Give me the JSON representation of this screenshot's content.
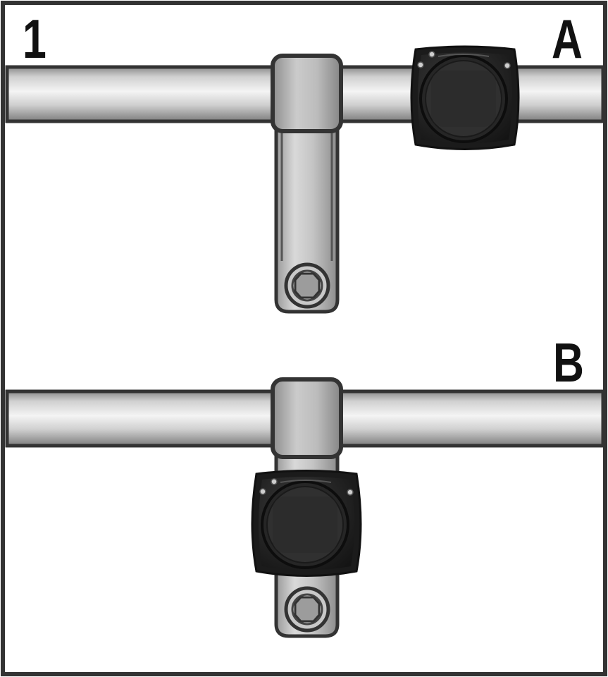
{
  "step_number": "1",
  "variant_a_label": "A",
  "variant_b_label": "B",
  "colors": {
    "outline": "#333333",
    "bar_light": "#eeeeee",
    "bar_mid": "#b8b8b8",
    "device_body": "#1e1e1e",
    "device_face": "#2f2f2f",
    "background": "#ffffff"
  }
}
